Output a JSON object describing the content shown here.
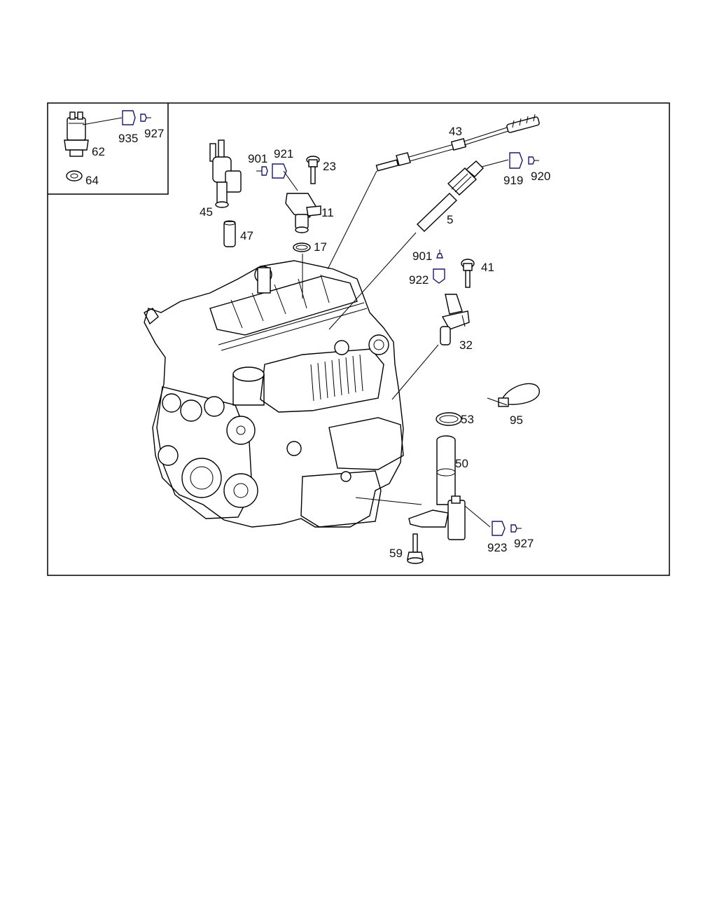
{
  "colors": {
    "frame": "#000000",
    "connector_outline": "#1a1a6e",
    "background": "#ffffff"
  },
  "callouts": {
    "c62": "62",
    "c64": "64",
    "c935": "935",
    "c927a": "927",
    "c45": "45",
    "c47": "47",
    "c901a": "901",
    "c921": "921",
    "c23": "23",
    "c11": "11",
    "c17": "17",
    "c43": "43",
    "c5": "5",
    "c919": "919",
    "c920": "920",
    "c901b": "901",
    "c922": "922",
    "c41": "41",
    "c32": "32",
    "c53": "53",
    "c95": "95",
    "c50": "50",
    "c923": "923",
    "c927b": "927",
    "c59": "59"
  },
  "icons": {
    "sensor_62": "pressure-switch-icon",
    "seal_64": "seal-ring-icon",
    "valve_45": "switchover-valve-icon",
    "hose_47": "hose-icon",
    "sensor_11": "camshaft-sensor-icon",
    "screw_23": "bolt-icon",
    "oring_17": "o-ring-icon",
    "probe_43": "temperature-probe-icon",
    "glowplug_5": "glow-plug-icon",
    "sensor_32": "crank-sensor-icon",
    "screw_41": "bolt-icon",
    "oring_53": "o-ring-icon",
    "tie_95": "cable-tie-icon",
    "sensor_50": "oil-level-sensor-icon",
    "screw_59": "bolt-icon",
    "engine": "engine-block-icon"
  }
}
